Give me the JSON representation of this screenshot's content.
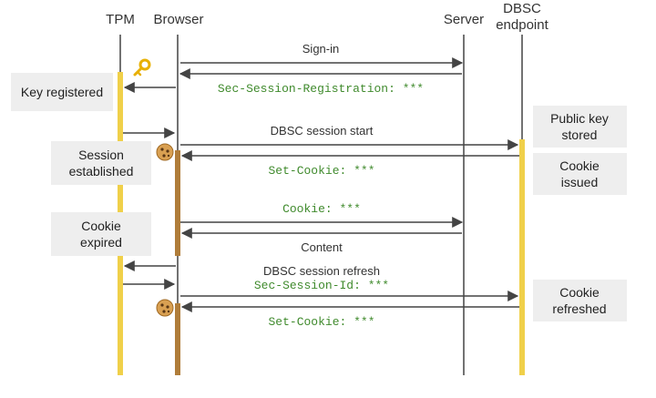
{
  "participants": {
    "tpm": "TPM",
    "browser": "Browser",
    "server": "Server",
    "endpoint_line1": "DBSC",
    "endpoint_line2": "endpoint"
  },
  "messages": {
    "sign_in": "Sign-in",
    "registration_header": "Sec-Session-Registration: ***",
    "session_start": "DBSC session start",
    "set_cookie_1": "Set-Cookie: ***",
    "cookie_sent": "Cookie: ***",
    "content": "Content",
    "session_refresh": "DBSC session refresh",
    "session_id_header": "Sec-Session-Id: ***",
    "set_cookie_2": "Set-Cookie: ***"
  },
  "notes": {
    "key_registered": "Key registered",
    "session_established_1": "Session",
    "session_established_2": "established",
    "cookie_expired_1": "Cookie",
    "cookie_expired_2": "expired",
    "public_key_1": "Public key",
    "public_key_2": "stored",
    "cookie_issued_1": "Cookie",
    "cookie_issued_2": "issued",
    "cookie_refreshed_1": "Cookie",
    "cookie_refreshed_2": "refreshed"
  },
  "icons": {
    "key": "key-icon",
    "cookie": "cookie-icon"
  },
  "colors": {
    "lifeline": "#444444",
    "tpm_activation": "#f0d04a",
    "browser_activation": "#b07d3a",
    "endpoint_activation": "#f0d04a",
    "code_text": "#3f8a2c",
    "note_bg": "#eeeeee",
    "arrow": "#444444"
  }
}
